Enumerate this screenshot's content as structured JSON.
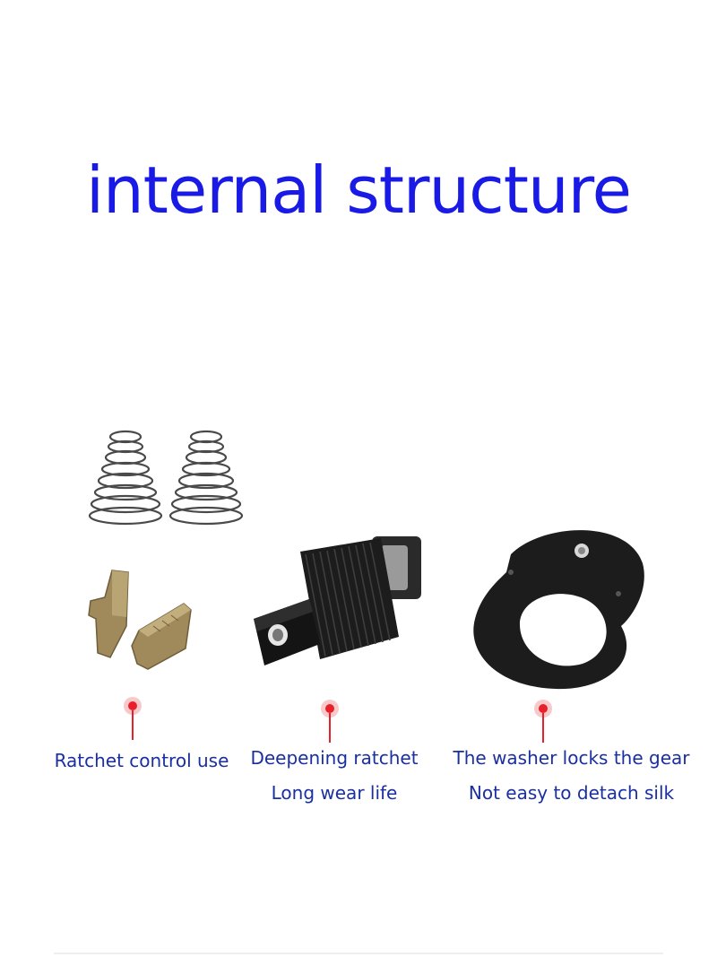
{
  "title": "internal structure",
  "colors": {
    "title": "#1a1ae6",
    "caption": "#1a2fa0",
    "pin": "#e8202a",
    "brass": "#a08a5c",
    "metal": "#1c1c1c"
  },
  "components": [
    {
      "name": "springs",
      "icon": "coil-spring-icon"
    },
    {
      "name": "pawls",
      "icon": "ratchet-pawl-icon"
    },
    {
      "name": "ratchet-gear",
      "icon": "ratchet-gear-icon"
    },
    {
      "name": "washer",
      "icon": "lock-washer-icon"
    }
  ],
  "captions": [
    {
      "line1": "Ratchet control use"
    },
    {
      "line1": "Deepening ratchet",
      "line2": "Long wear life"
    },
    {
      "line1": "The washer locks the gear",
      "line2": "Not easy to detach silk"
    }
  ]
}
